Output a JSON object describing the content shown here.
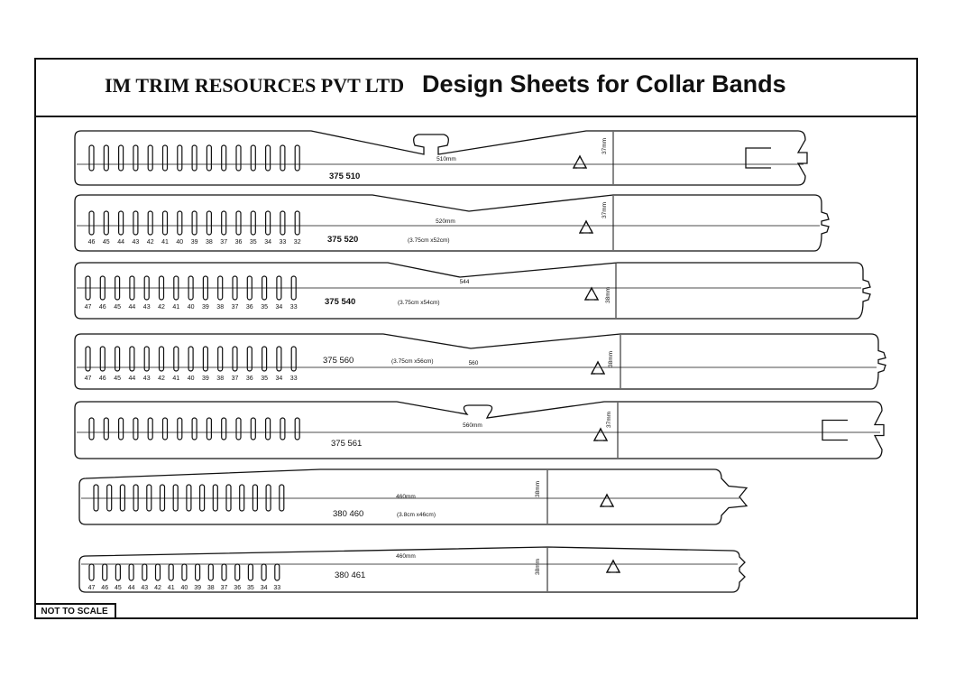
{
  "header": {
    "company": "IM TRIM RESOURCES PVT LTD",
    "title": "Design Sheets for Collar Bands"
  },
  "footer": {
    "scale_note": "NOT TO SCALE"
  },
  "bands": [
    {
      "code": "375 510",
      "code_bold": true,
      "length_label": "510mm",
      "width_label": "37mm",
      "size_label": "",
      "notch": "t-tab",
      "end": "slot",
      "slots": 15,
      "numbers": []
    },
    {
      "code": "375 520",
      "code_bold": true,
      "length_label": "520mm",
      "width_label": "37mm",
      "size_label": "(3.75cm x52cm)",
      "notch": "v",
      "end": "arrow",
      "slots": 15,
      "numbers": [
        "46",
        "45",
        "44",
        "43",
        "42",
        "41",
        "40",
        "39",
        "38",
        "37",
        "36",
        "35",
        "34",
        "33",
        "32"
      ]
    },
    {
      "code": "375 540",
      "code_bold": true,
      "length_label": "544",
      "width_label": "38mm",
      "size_label": "(3.75cm x54cm)",
      "notch": "v",
      "end": "arrow",
      "slots": 15,
      "numbers": [
        "47",
        "46",
        "45",
        "44",
        "43",
        "42",
        "41",
        "40",
        "39",
        "38",
        "37",
        "36",
        "35",
        "34",
        "33"
      ]
    },
    {
      "code": "375 560",
      "code_bold": false,
      "length_label": "560",
      "width_label": "38mm",
      "size_label": "(3.75cm x56cm)",
      "notch": "v",
      "end": "arrow",
      "slots": 15,
      "numbers": [
        "47",
        "46",
        "45",
        "44",
        "43",
        "42",
        "41",
        "40",
        "39",
        "38",
        "37",
        "36",
        "35",
        "34",
        "33"
      ]
    },
    {
      "code": "375 561",
      "code_bold": false,
      "length_label": "560mm",
      "width_label": "37mm",
      "size_label": "",
      "notch": "t-tab",
      "end": "slot",
      "slots": 15,
      "numbers": []
    },
    {
      "code": "380 460",
      "code_bold": false,
      "length_label": "460mm",
      "width_label": "38mm",
      "size_label": "(3.8cm x46cm)",
      "notch": "none",
      "end": "arrow",
      "slots": 15,
      "numbers": []
    },
    {
      "code": "380 461",
      "code_bold": false,
      "length_label": "460mm",
      "width_label": "38mm",
      "size_label": "",
      "notch": "none",
      "end": "arrow",
      "slots": 15,
      "numbers": [
        "47",
        "46",
        "45",
        "44",
        "43",
        "42",
        "41",
        "40",
        "39",
        "38",
        "37",
        "36",
        "35",
        "34",
        "33"
      ]
    }
  ],
  "icons": {
    "recycle": "recycle-triangle-icon"
  }
}
